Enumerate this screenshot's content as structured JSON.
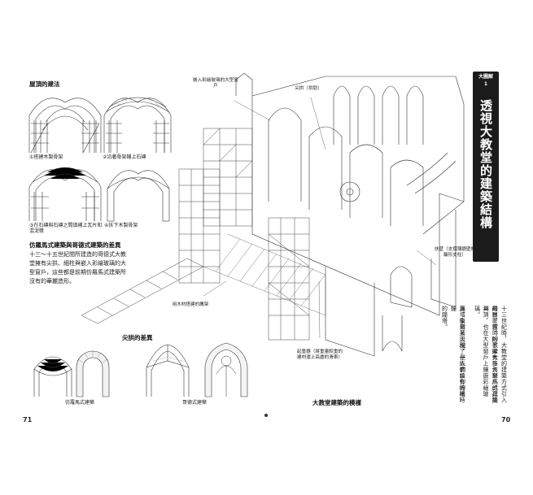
{
  "left_page": {
    "section1_title": "屋頂的建法",
    "steps": [
      "①搭建木製骨架",
      "②沿著骨架鋪上石磚",
      "③在石磚與石磚之間填補上瓦片和混泥漿",
      "④拆下木製骨架"
    ],
    "section2_title": "仿羅馬式建築與哥德式建築的差異",
    "section2_body": "十三～十五世紀間所建造的哥德式大教堂擁有尖拱、細柱與嵌入彩繪玻璃的大型窗戶，這些都是前期仿羅馬式建築所沒有的華麗造形。",
    "section3_title": "尖拱的差異",
    "romanesque_label": "仿羅馬式建築",
    "gothic_label": "哥德式建築",
    "scaffold_label": "用木材搭建的鷹架",
    "caption": "大教堂建築的模樣",
    "page_number": "71"
  },
  "right_page": {
    "callouts": {
      "window": "嵌入彩繪玻璃的大型窗戶",
      "arch": "尖拱（拱肋）",
      "buttress": "扶壁（支撐薄牆壁的簸形支柱）",
      "crane": "起重器（將重量較重的建材運上高處的滑車）"
    },
    "tab_label": "大圖解",
    "tab_number": "1",
    "tab_title": "透視大教堂的建築結構",
    "body_columns": [
      "十三世紀時，大教堂的建築方式引入",
      "羅目，當時的教堂大多仿羅馬式建築",
      "的厚重感，除了擁有巨大窗戶的高挑與",
      "尖頂，也在大型窗戶上鑲嵌彩繪玻璃。",
      "高塔象徵著天國，是人們信仰的根",
      "源，後來又出現了一些裝設有機械時鐘",
      "的鐘塔。"
    ],
    "page_number": "70"
  }
}
